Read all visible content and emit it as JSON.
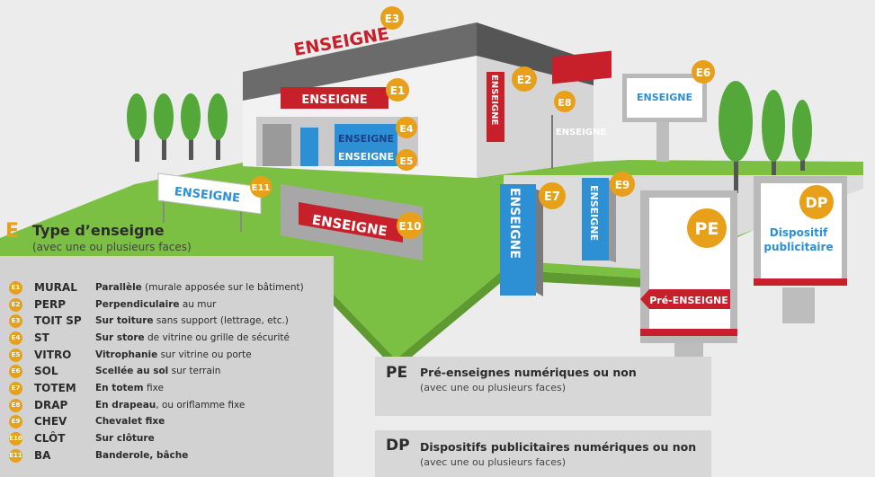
{
  "sign_text": "ENSEIGNE",
  "badges": {
    "e1": "E1",
    "e2": "E2",
    "e3": "E3",
    "e4": "E4",
    "e5": "E5",
    "e6": "E6",
    "e7": "E7",
    "e8": "E8",
    "e9": "E9",
    "e10": "E10",
    "e11": "E11",
    "pe": "PE",
    "dp": "DP"
  },
  "pre_enseigne_sign": "Pré-ENSEIGNE",
  "dispositif": {
    "line1": "Dispositif",
    "line2": "publicitaire"
  },
  "legend": {
    "letter": "E",
    "title": "Type d’enseigne",
    "subtitle": "(avec une ou plusieurs faces)",
    "items": [
      {
        "badge": "E1",
        "code": "MURAL",
        "bold": "Parallèle",
        "rest": " (murale apposée sur le bâtiment)"
      },
      {
        "badge": "E2",
        "code": "PERP",
        "bold": "Perpendiculaire",
        "rest": " au mur"
      },
      {
        "badge": "E3",
        "code": "TOIT SP",
        "bold": "Sur toiture",
        "rest": " sans support (lettrage, etc.)"
      },
      {
        "badge": "E4",
        "code": "ST",
        "bold": "Sur store",
        "rest": " de vitrine ou grille de sécurité"
      },
      {
        "badge": "E5",
        "code": "VITRO",
        "bold": "Vitrophanie",
        "rest": " sur vitrine ou porte"
      },
      {
        "badge": "E6",
        "code": "SOL",
        "bold": "Scellée au sol",
        "rest": " sur terrain"
      },
      {
        "badge": "E7",
        "code": "TOTEM",
        "bold": "En totem",
        "rest": " fixe"
      },
      {
        "badge": "E8",
        "code": "DRAP",
        "bold": "En drapeau",
        "rest": ", ou oriflamme fixe"
      },
      {
        "badge": "E9",
        "code": "CHEV",
        "bold": "Chevalet fixe",
        "rest": ""
      },
      {
        "badge": "E10",
        "code": "CLÔT",
        "bold": "Sur clôture",
        "rest": ""
      },
      {
        "badge": "E11",
        "code": "BA",
        "bold": "Banderole, bâche",
        "rest": ""
      }
    ]
  },
  "pe_box": {
    "code": "PE",
    "label": "Pré-enseignes numériques ou non",
    "sub": "(avec une ou plusieurs faces)"
  },
  "dp_box": {
    "code": "DP",
    "label": "Dispositifs publicitaires numériques ou non",
    "sub": "(avec une ou plusieurs faces)"
  },
  "colors": {
    "accent_orange": "#e8a01a",
    "sign_red": "#c8202a",
    "sign_blue": "#2d8fd4",
    "grass": "#7cc043"
  }
}
